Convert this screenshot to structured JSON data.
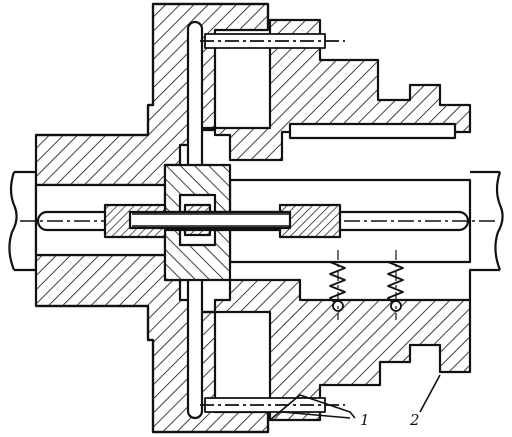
{
  "figure": {
    "type": "mechanical cross-section drawing",
    "style": {
      "ink": "#111111",
      "paper": "#ffffff",
      "hatch": "45deg diagonal"
    },
    "callouts": [
      {
        "id": "1",
        "label": "1"
      },
      {
        "id": "2",
        "label": "2"
      }
    ],
    "parts": [
      "left-hub",
      "left-shaft-stub",
      "right-hub",
      "right-shaft-stub",
      "central-disc",
      "pin-cylinder",
      "tie-rod",
      "compression-springs",
      "key",
      "bolts"
    ]
  }
}
